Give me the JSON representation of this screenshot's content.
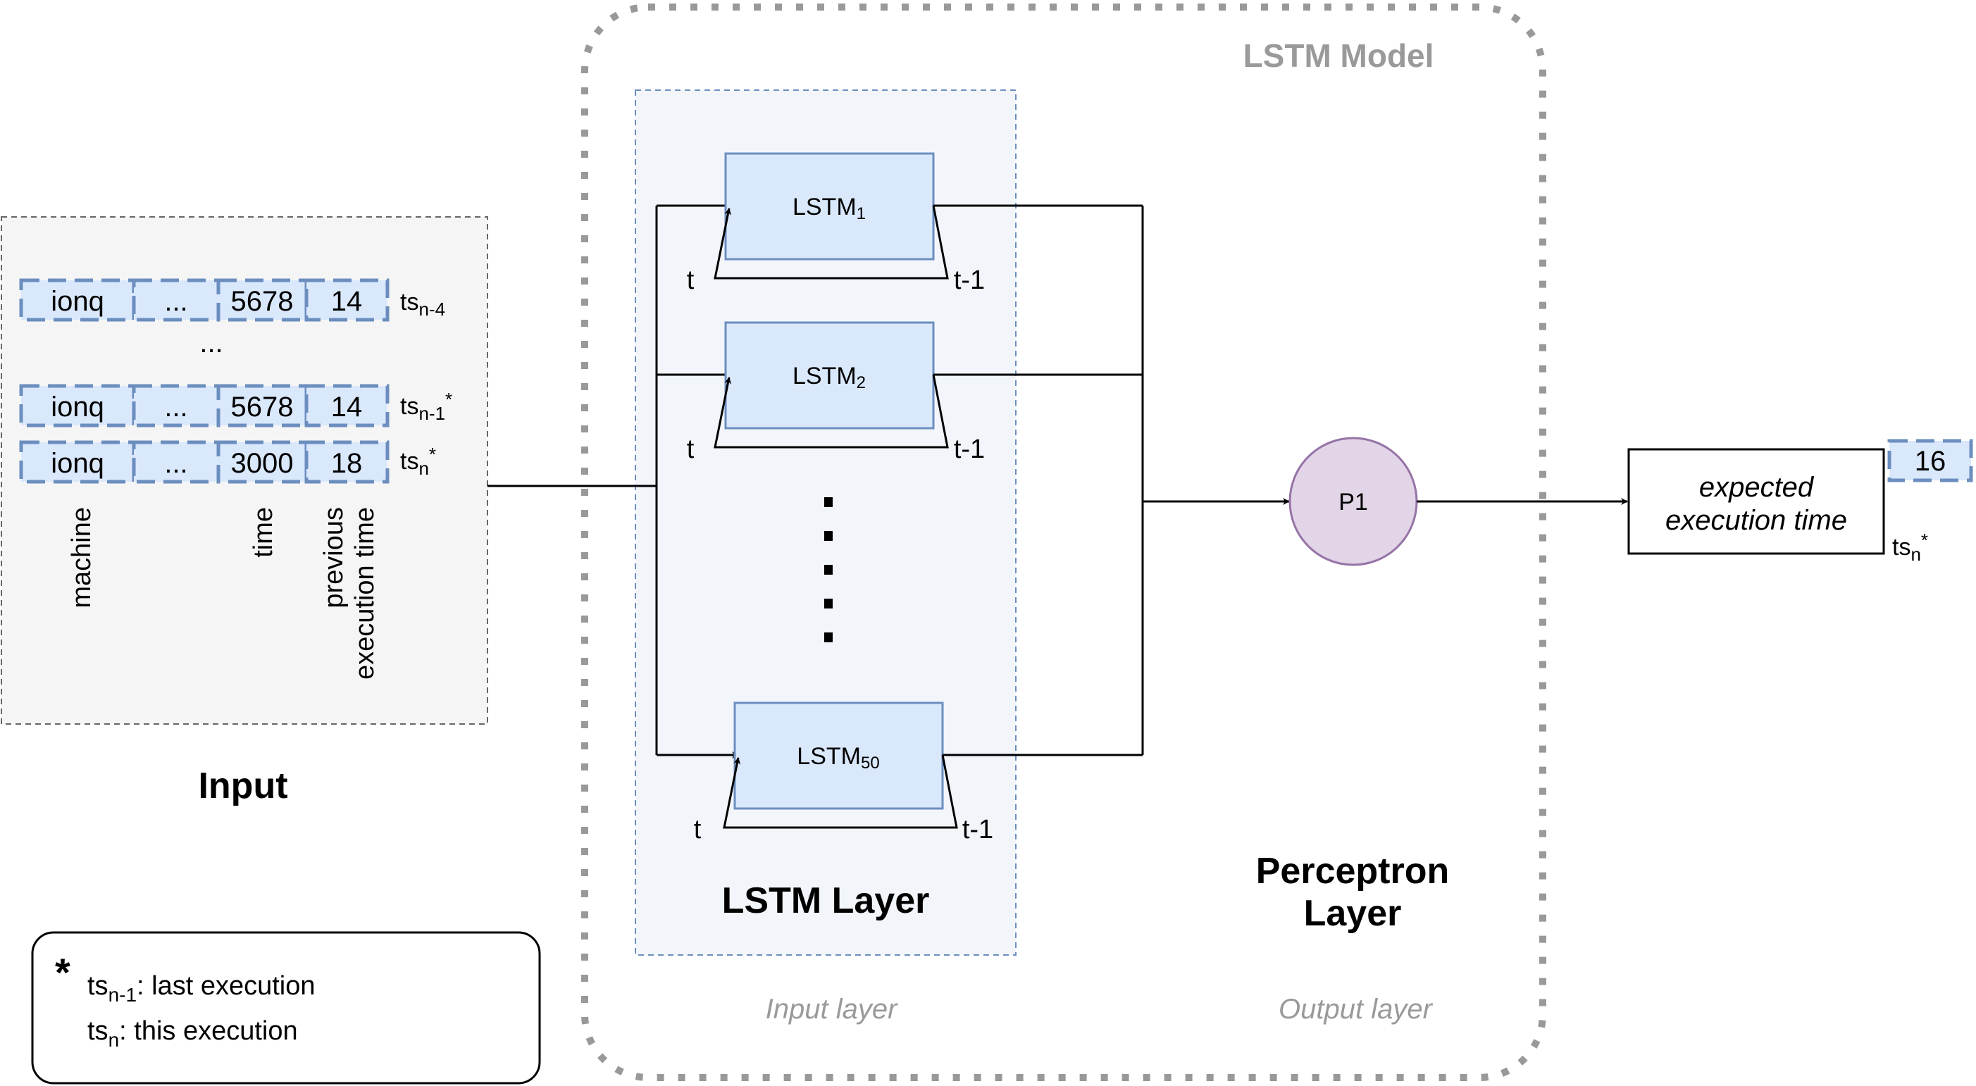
{
  "model": {
    "title": "LSTM Model",
    "input_layer_caption": "Input layer",
    "output_layer_caption": "Output layer"
  },
  "input": {
    "title": "Input",
    "rows": [
      {
        "cells": [
          "ionq",
          "...",
          "5678",
          "14"
        ],
        "ts_base": "ts",
        "ts_sub": "n-4",
        "ts_sup": ""
      },
      {
        "cells": [
          "ionq",
          "...",
          "5678",
          "14"
        ],
        "ts_base": "ts",
        "ts_sub": "n-1",
        "ts_sup": "*"
      },
      {
        "cells": [
          "ionq",
          "...",
          "3000",
          "18"
        ],
        "ts_base": "ts",
        "ts_sub": "n",
        "ts_sup": "*"
      }
    ],
    "ellipsis": "...",
    "column_labels": {
      "machine": "machine",
      "time": "time",
      "prev_line1": "previous",
      "prev_line2": "execution time"
    }
  },
  "lstm_layer": {
    "title": "LSTM Layer",
    "units": [
      {
        "base": "LSTM",
        "sub": "1"
      },
      {
        "base": "LSTM",
        "sub": "2"
      },
      {
        "base": "LSTM",
        "sub": "50"
      }
    ],
    "loop_in": "t",
    "loop_out": "t-1"
  },
  "perceptron": {
    "title_line1": "Perceptron",
    "title_line2": "Layer",
    "node": "P1"
  },
  "output": {
    "label_line1": "expected",
    "label_line2": "execution time",
    "value": "16",
    "ts_base": "ts",
    "ts_sub": "n",
    "ts_sup": "*"
  },
  "legend": {
    "marker": "*",
    "line1_base": "ts",
    "line1_sub": "n-1",
    "line1_text": ": last execution",
    "line2_base": "ts",
    "line2_sub": "n",
    "line2_text": ": this execution"
  },
  "colors": {
    "cell_fill": "#dae8fc",
    "cell_stroke": "#6c8ebf",
    "input_bg": "#f5f5f5",
    "lstm_layer_bg": "#f2f6fb",
    "perceptron_fill": "#e1d5e7",
    "perceptron_stroke": "#9673a6",
    "model_border": "#999999"
  }
}
